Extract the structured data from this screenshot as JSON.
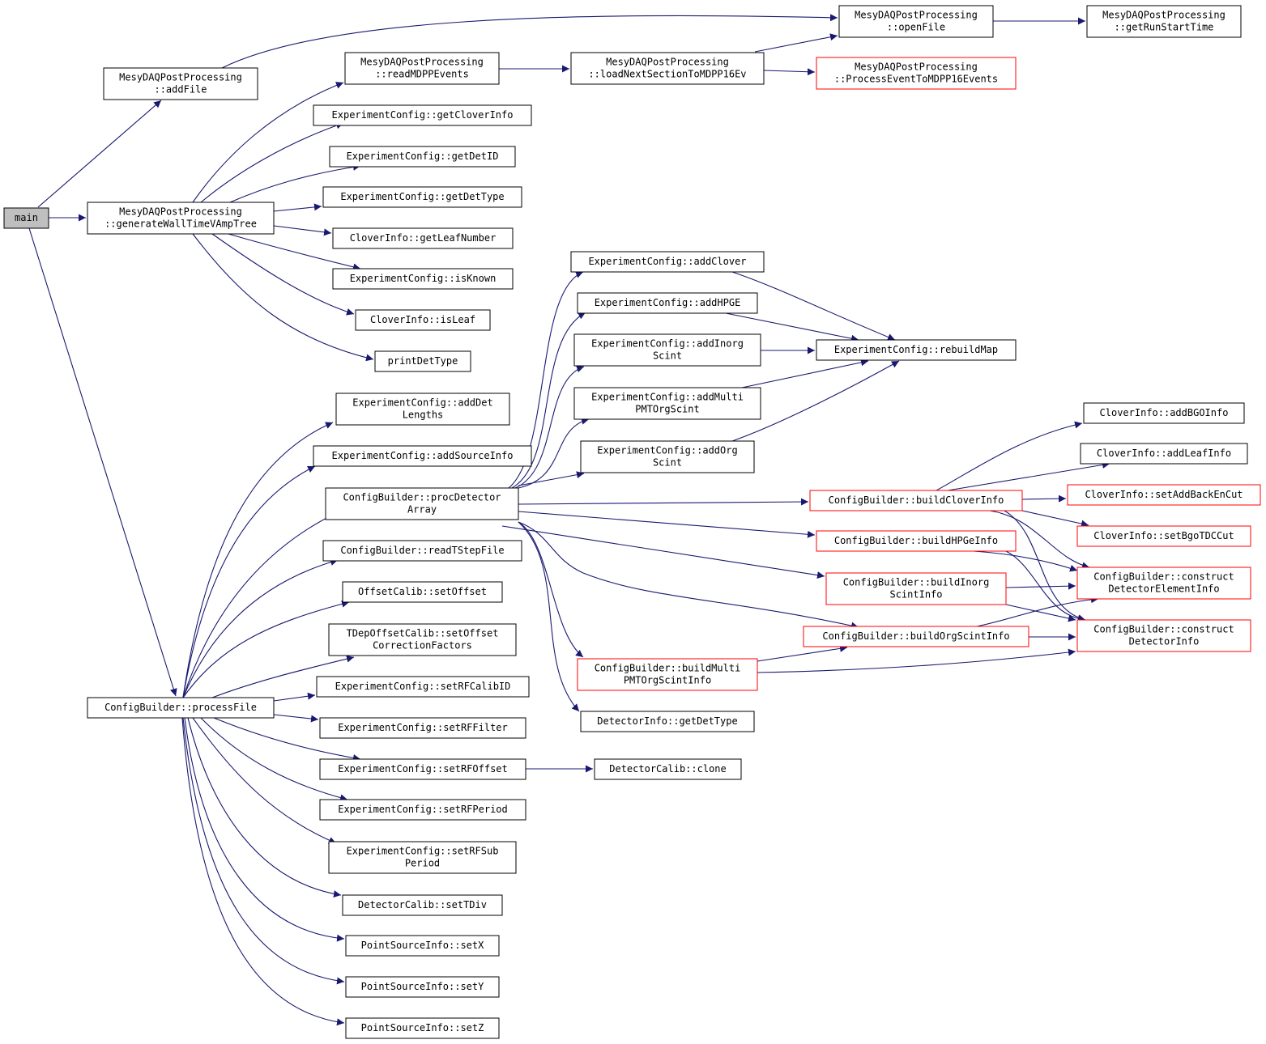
{
  "colors": {
    "edge": "#191970",
    "node_border": "#000000",
    "node_truncated_border": "#ff0000",
    "root_fill": "#bfbfbf",
    "node_fill": "#ffffff"
  },
  "nodes": [
    {
      "id": "main",
      "lines": [
        "main"
      ],
      "style": "root"
    },
    {
      "id": "addFile",
      "lines": [
        "MesyDAQPostProcessing",
        "::addFile"
      ],
      "style": "normal"
    },
    {
      "id": "openFile",
      "lines": [
        "MesyDAQPostProcessing",
        "::openFile"
      ],
      "style": "normal"
    },
    {
      "id": "getRunStartTime",
      "lines": [
        "MesyDAQPostProcessing",
        "::getRunStartTime"
      ],
      "style": "normal"
    },
    {
      "id": "readMDPPEvents",
      "lines": [
        "MesyDAQPostProcessing",
        "::readMDPPEvents"
      ],
      "style": "normal"
    },
    {
      "id": "loadNextSection",
      "lines": [
        "MesyDAQPostProcessing",
        "::loadNextSectionToMDPP16Ev"
      ],
      "style": "normal"
    },
    {
      "id": "processEventToMDPP16",
      "lines": [
        "MesyDAQPostProcessing",
        "::ProcessEventToMDPP16Events"
      ],
      "style": "truncated"
    },
    {
      "id": "generateWallTime",
      "lines": [
        "MesyDAQPostProcessing",
        "::generateWallTimeVAmpTree"
      ],
      "style": "normal"
    },
    {
      "id": "getCloverInfo",
      "lines": [
        "ExperimentConfig::getCloverInfo"
      ],
      "style": "normal"
    },
    {
      "id": "getDetID",
      "lines": [
        "ExperimentConfig::getDetID"
      ],
      "style": "normal"
    },
    {
      "id": "ecGetDetType",
      "lines": [
        "ExperimentConfig::getDetType"
      ],
      "style": "normal"
    },
    {
      "id": "getLeafNumber",
      "lines": [
        "CloverInfo::getLeafNumber"
      ],
      "style": "normal"
    },
    {
      "id": "isKnown",
      "lines": [
        "ExperimentConfig::isKnown"
      ],
      "style": "normal"
    },
    {
      "id": "isLeaf",
      "lines": [
        "CloverInfo::isLeaf"
      ],
      "style": "normal"
    },
    {
      "id": "printDetType",
      "lines": [
        "printDetType"
      ],
      "style": "normal"
    },
    {
      "id": "addDetLengths",
      "lines": [
        "ExperimentConfig::addDet",
        "Lengths"
      ],
      "style": "normal"
    },
    {
      "id": "addSourceInfo",
      "lines": [
        "ExperimentConfig::addSourceInfo"
      ],
      "style": "normal"
    },
    {
      "id": "procDetectorArray",
      "lines": [
        "ConfigBuilder::procDetector",
        "Array"
      ],
      "style": "normal"
    },
    {
      "id": "readTStepFile",
      "lines": [
        "ConfigBuilder::readTStepFile"
      ],
      "style": "normal"
    },
    {
      "id": "setOffset",
      "lines": [
        "OffsetCalib::setOffset"
      ],
      "style": "normal"
    },
    {
      "id": "setOffsetCorrection",
      "lines": [
        "TDepOffsetCalib::setOffset",
        "CorrectionFactors"
      ],
      "style": "normal"
    },
    {
      "id": "processFile",
      "lines": [
        "ConfigBuilder::processFile"
      ],
      "style": "normal"
    },
    {
      "id": "setRFCalibID",
      "lines": [
        "ExperimentConfig::setRFCalibID"
      ],
      "style": "normal"
    },
    {
      "id": "setRFFilter",
      "lines": [
        "ExperimentConfig::setRFFilter"
      ],
      "style": "normal"
    },
    {
      "id": "setRFOffset",
      "lines": [
        "ExperimentConfig::setRFOffset"
      ],
      "style": "normal"
    },
    {
      "id": "setRFPeriod",
      "lines": [
        "ExperimentConfig::setRFPeriod"
      ],
      "style": "normal"
    },
    {
      "id": "setRFSubPeriod",
      "lines": [
        "ExperimentConfig::setRFSub",
        "Period"
      ],
      "style": "normal"
    },
    {
      "id": "setTDiv",
      "lines": [
        "DetectorCalib::setTDiv"
      ],
      "style": "normal"
    },
    {
      "id": "setX",
      "lines": [
        "PointSourceInfo::setX"
      ],
      "style": "normal"
    },
    {
      "id": "setY",
      "lines": [
        "PointSourceInfo::setY"
      ],
      "style": "normal"
    },
    {
      "id": "setZ",
      "lines": [
        "PointSourceInfo::setZ"
      ],
      "style": "normal"
    },
    {
      "id": "addClover",
      "lines": [
        "ExperimentConfig::addClover"
      ],
      "style": "normal"
    },
    {
      "id": "addHPGE",
      "lines": [
        "ExperimentConfig::addHPGE"
      ],
      "style": "normal"
    },
    {
      "id": "addInorgScint",
      "lines": [
        "ExperimentConfig::addInorg",
        "Scint"
      ],
      "style": "normal"
    },
    {
      "id": "addMultiPMT",
      "lines": [
        "ExperimentConfig::addMulti",
        "PMTOrgScint"
      ],
      "style": "normal"
    },
    {
      "id": "addOrgScint",
      "lines": [
        "ExperimentConfig::addOrg",
        "Scint"
      ],
      "style": "normal"
    },
    {
      "id": "rebuildMap",
      "lines": [
        "ExperimentConfig::rebuildMap"
      ],
      "style": "normal"
    },
    {
      "id": "buildCloverInfo",
      "lines": [
        "ConfigBuilder::buildCloverInfo"
      ],
      "style": "truncated"
    },
    {
      "id": "buildHPGeInfo",
      "lines": [
        "ConfigBuilder::buildHPGeInfo"
      ],
      "style": "truncated"
    },
    {
      "id": "buildInorgScintInfo",
      "lines": [
        "ConfigBuilder::buildInorg",
        "ScintInfo"
      ],
      "style": "truncated"
    },
    {
      "id": "buildOrgScintInfo",
      "lines": [
        "ConfigBuilder::buildOrgScintInfo"
      ],
      "style": "truncated"
    },
    {
      "id": "buildMultiPMT",
      "lines": [
        "ConfigBuilder::buildMulti",
        "PMTOrgScintInfo"
      ],
      "style": "truncated"
    },
    {
      "id": "diGetDetType",
      "lines": [
        "DetectorInfo::getDetType"
      ],
      "style": "normal"
    },
    {
      "id": "clone",
      "lines": [
        "DetectorCalib::clone"
      ],
      "style": "normal"
    },
    {
      "id": "addBGOInfo",
      "lines": [
        "CloverInfo::addBGOInfo"
      ],
      "style": "normal"
    },
    {
      "id": "addLeafInfo",
      "lines": [
        "CloverInfo::addLeafInfo"
      ],
      "style": "normal"
    },
    {
      "id": "setAddBackEnCut",
      "lines": [
        "CloverInfo::setAddBackEnCut"
      ],
      "style": "truncated"
    },
    {
      "id": "setBgoTDCCut",
      "lines": [
        "CloverInfo::setBgoTDCCut"
      ],
      "style": "truncated"
    },
    {
      "id": "constructElementInfo",
      "lines": [
        "ConfigBuilder::construct",
        "DetectorElementInfo"
      ],
      "style": "truncated"
    },
    {
      "id": "constructDetectorInfo",
      "lines": [
        "ConfigBuilder::construct",
        "DetectorInfo"
      ],
      "style": "truncated"
    }
  ]
}
